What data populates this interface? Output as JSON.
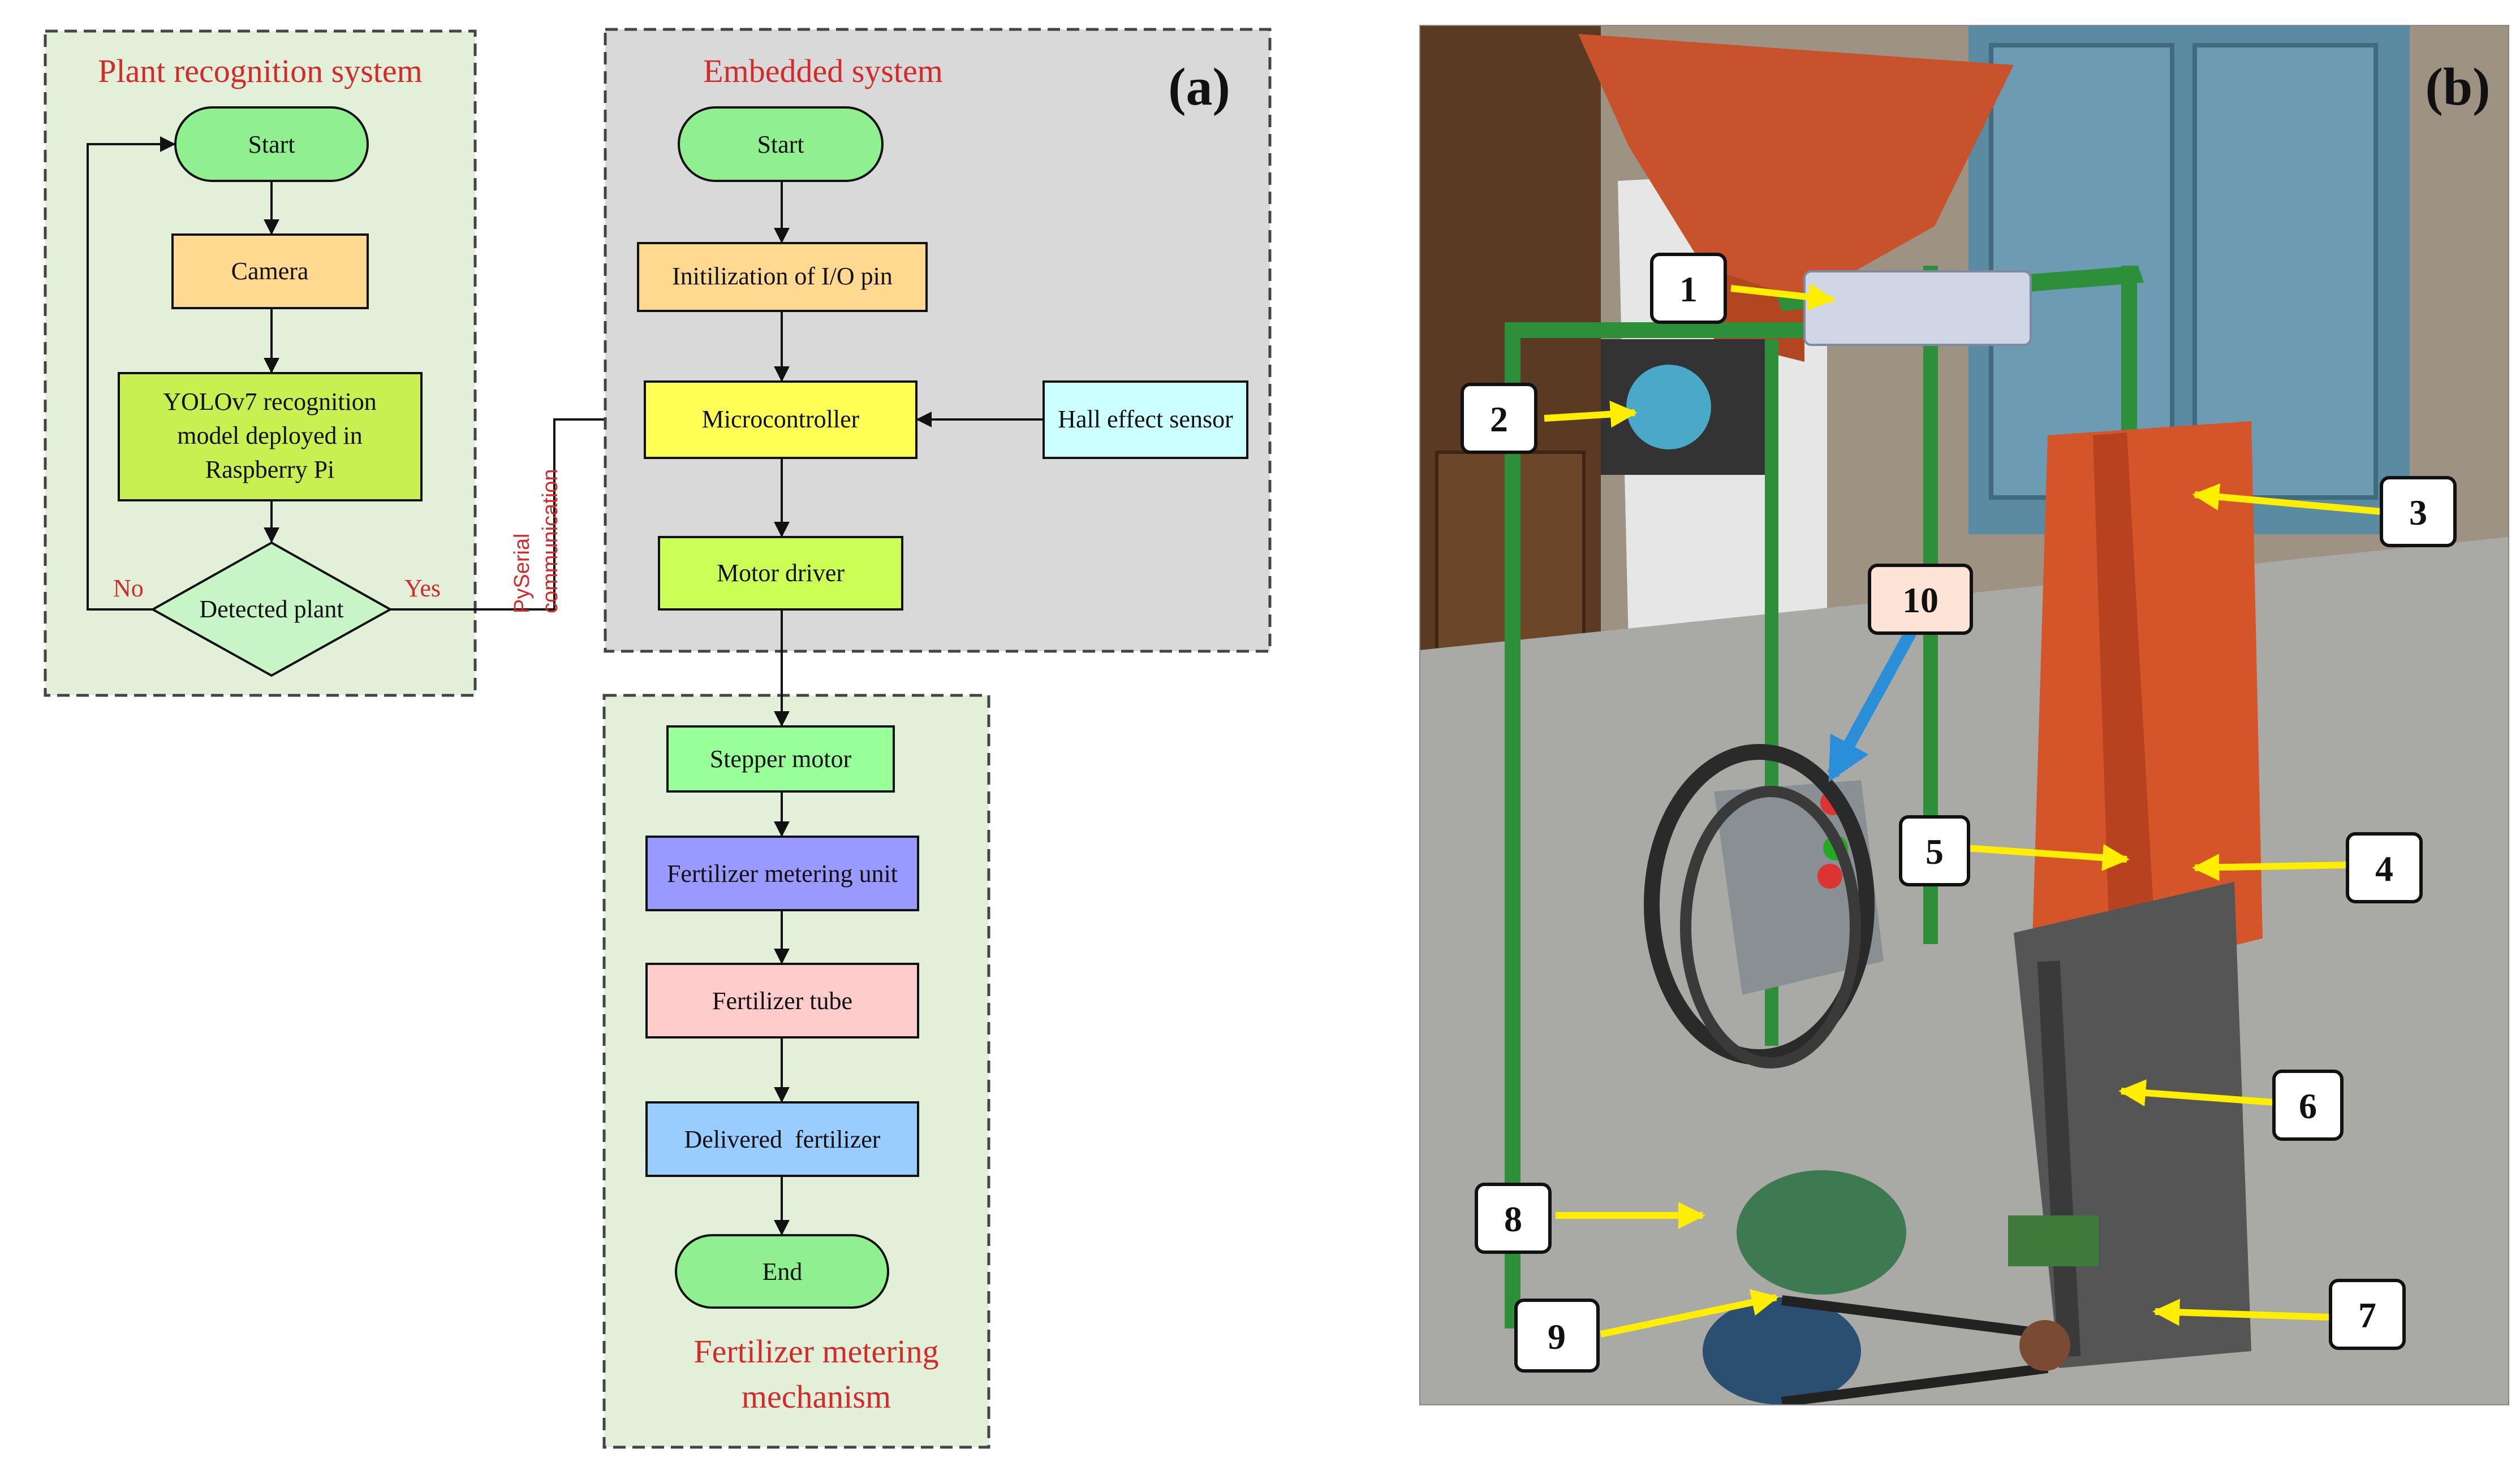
{
  "panel_a": {
    "label": "(a)",
    "plant_recognition": {
      "title": "Plant recognition system",
      "start": "Start",
      "camera": "Camera",
      "yolo_line1": "YOLOv7 recognition",
      "yolo_line2": "model deployed in",
      "yolo_line3": "Raspberry Pi",
      "decision": "Detected plant",
      "no": "No",
      "yes": "Yes"
    },
    "link_label_line1": "PySerial",
    "link_label_line2": "communication",
    "embedded": {
      "title": "Embedded system",
      "start": "Start",
      "init": "Initilization of I/O pin",
      "mcu": "Microcontroller",
      "hall": "Hall effect sensor",
      "driver": "Motor driver"
    },
    "fertilizer": {
      "title_line1": "Fertilizer metering",
      "title_line2": "mechanism",
      "stepper": "Stepper motor",
      "metering": "Fertilizer metering unit",
      "tube": "Fertilizer tube",
      "delivered": "Delivered  fertilizer",
      "end": "End"
    }
  },
  "panel_b": {
    "label": "(b)",
    "callouts": [
      "1",
      "2",
      "3",
      "4",
      "5",
      "6",
      "7",
      "8",
      "9",
      "10"
    ]
  },
  "colors": {
    "panel_green_bg": "#e2efd9",
    "panel_gray_bg": "#d9d9d9",
    "title_red": "#d42a2a",
    "start_end_green": "#90f090",
    "camera_orange": "#ffd98f",
    "yolo_green": "#c8f050",
    "decision_green": "#c8f5c8",
    "mcu_yellow": "#ffff55",
    "hall_cyan": "#ccffff",
    "driver_green": "#ccff55",
    "stepper_green": "#99ff99",
    "metering_purple": "#9999ff",
    "tube_pink": "#ffcccc",
    "delivered_blue": "#99ccff",
    "arrow_yellow": "#ffee00",
    "arrow_blue": "#2a8fd8",
    "callout10_bg": "#fbe4d5"
  }
}
